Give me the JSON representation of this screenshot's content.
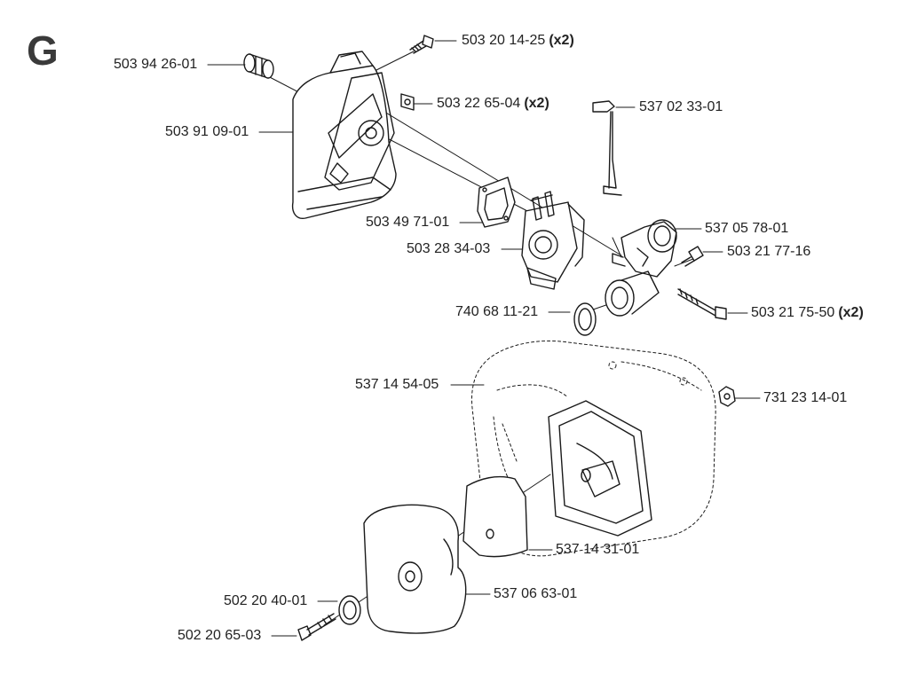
{
  "diagram": {
    "section_letter": "G",
    "parts": [
      {
        "id": "p1",
        "number": "503 20 14-25",
        "qty": "(x2)"
      },
      {
        "id": "p2",
        "number": "503 94 26-01",
        "qty": ""
      },
      {
        "id": "p3",
        "number": "503 22 65-04",
        "qty": "(x2)"
      },
      {
        "id": "p4",
        "number": "537 02 33-01",
        "qty": ""
      },
      {
        "id": "p5",
        "number": "503 91 09-01",
        "qty": ""
      },
      {
        "id": "p6",
        "number": "503 49 71-01",
        "qty": ""
      },
      {
        "id": "p7",
        "number": "537 05 78-01",
        "qty": ""
      },
      {
        "id": "p8",
        "number": "503 28 34-03",
        "qty": ""
      },
      {
        "id": "p9",
        "number": "503 21 77-16",
        "qty": ""
      },
      {
        "id": "p10",
        "number": "740 68 11-21",
        "qty": ""
      },
      {
        "id": "p11",
        "number": "503 21 75-50",
        "qty": "(x2)"
      },
      {
        "id": "p12",
        "number": "537 14 54-05",
        "qty": ""
      },
      {
        "id": "p13",
        "number": "731 23 14-01",
        "qty": ""
      },
      {
        "id": "p14",
        "number": "537 14 31-01",
        "qty": ""
      },
      {
        "id": "p15",
        "number": "537 06 63-01",
        "qty": ""
      },
      {
        "id": "p16",
        "number": "502 20 40-01",
        "qty": ""
      },
      {
        "id": "p17",
        "number": "502 20 65-03",
        "qty": ""
      }
    ]
  }
}
